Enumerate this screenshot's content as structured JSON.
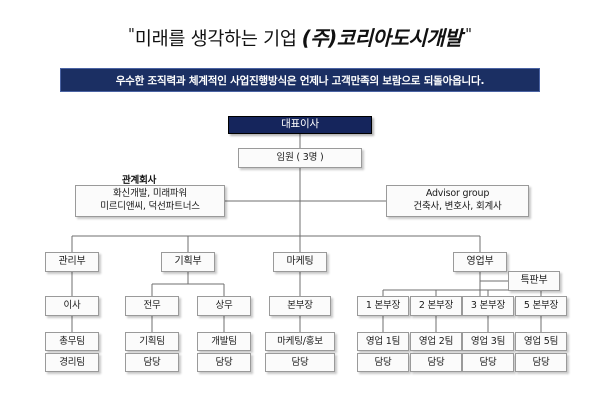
{
  "header": {
    "quote_open": "\"",
    "quote_close": "\"",
    "title_prefix": "미래를 생각하는 기업",
    "title_brand": "(주)코리아도시개발",
    "banner_text": "우수한 조직력과 체계적인 사업진행방식은 언제나 고객만족의 보람으로 되돌아옵니다.",
    "banner_bg": "#1b2f63",
    "banner_border": "#4a63a3"
  },
  "chart_data": {
    "type": "diagram",
    "title": "(주)코리아도시개발 조직도",
    "accent_color": "#15255c",
    "node_fill": "#fbfbfb",
    "node_border": "#9a9a9a",
    "labels": {
      "affiliates_label": "관계회사"
    },
    "nodes": {
      "ceo": "대표이사",
      "executives": "임원 ( 3명 )",
      "affiliates_line1": "화신개발,  미래파워",
      "affiliates_line2": "미르디앤씨, 덕선파트너스",
      "advisor_line1": "Advisor group",
      "advisor_line2": "건축사, 변호사, 회계사",
      "dept_admin": "관리부",
      "dept_planning": "기획부",
      "dept_marketing": "마케팅",
      "dept_sales": "영업부",
      "special_sales": "특판부",
      "admin_director": "이사",
      "planning_senior": "전무",
      "planning_managing": "상무",
      "marketing_head": "본부장",
      "sales_head_1": "1 본부장",
      "sales_head_2": "2 본부장",
      "sales_head_3": "3 본부장",
      "sales_head_5": "5 본부장",
      "team_general_affairs": "총무팀",
      "team_accounting": "경리팀",
      "team_planning": "기획팀",
      "team_planning_staff": "담당",
      "team_development": "개발팀",
      "team_development_staff": "담당",
      "team_marketing_pr": "마케팅/홍보",
      "team_marketing_staff": "담당",
      "team_sales_1": "영업 1팀",
      "team_sales_1_staff": "담당",
      "team_sales_2": "영업 2팀",
      "team_sales_2_staff": "담당",
      "team_sales_3": "영업 3팀",
      "team_sales_3_staff": "담당",
      "team_sales_5": "영업 5팀",
      "team_sales_5_staff": "담당"
    }
  }
}
